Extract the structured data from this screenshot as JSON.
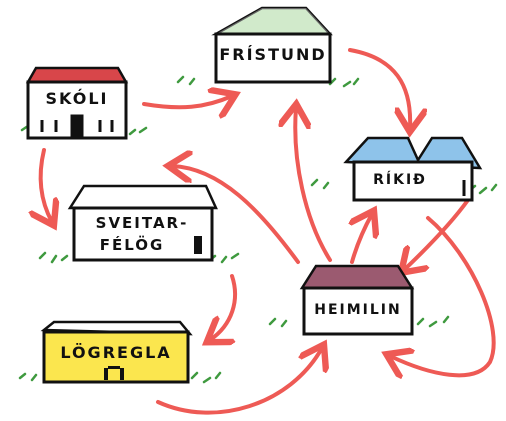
{
  "colors": {
    "arrow": "#ee5a55",
    "outline": "#111111",
    "grass": "#3f9a3f",
    "roof_skoli": "#d8464a",
    "roof_fristund": "#b9dfb0",
    "roof_rikid": "#8ec3ea",
    "roof_heimilin": "#9b5a70",
    "roof_neutral": "#ffffff",
    "fill_logregla": "#fbe64e",
    "wall": "#ffffff"
  },
  "nodes": {
    "skoli": {
      "label": "SKÓLI"
    },
    "fristund": {
      "label": "FRÍSTUND"
    },
    "rikid": {
      "label": "RÍKIÐ"
    },
    "sveitarfelog": {
      "label_line1": "SVEITAR-",
      "label_line2": "FÉLÖG"
    },
    "heimilin": {
      "label": "HEIMILIN"
    },
    "logregla": {
      "label": "LÖGREGLA"
    }
  },
  "edges": [
    {
      "from": "skoli",
      "to": "fristund"
    },
    {
      "from": "skoli",
      "to": "sveitarfelog"
    },
    {
      "from": "fristund",
      "to": "rikid"
    },
    {
      "from": "heimilin",
      "to": "fristund"
    },
    {
      "from": "heimilin",
      "to": "sveitarfelog"
    },
    {
      "from": "heimilin",
      "to": "rikid"
    },
    {
      "from": "sveitarfelog",
      "to": "logregla"
    },
    {
      "from": "rikid",
      "to": "heimilin"
    },
    {
      "from": "logregla",
      "to": "heimilin"
    },
    {
      "from": "rikid",
      "to": "heimilin-loop"
    }
  ]
}
